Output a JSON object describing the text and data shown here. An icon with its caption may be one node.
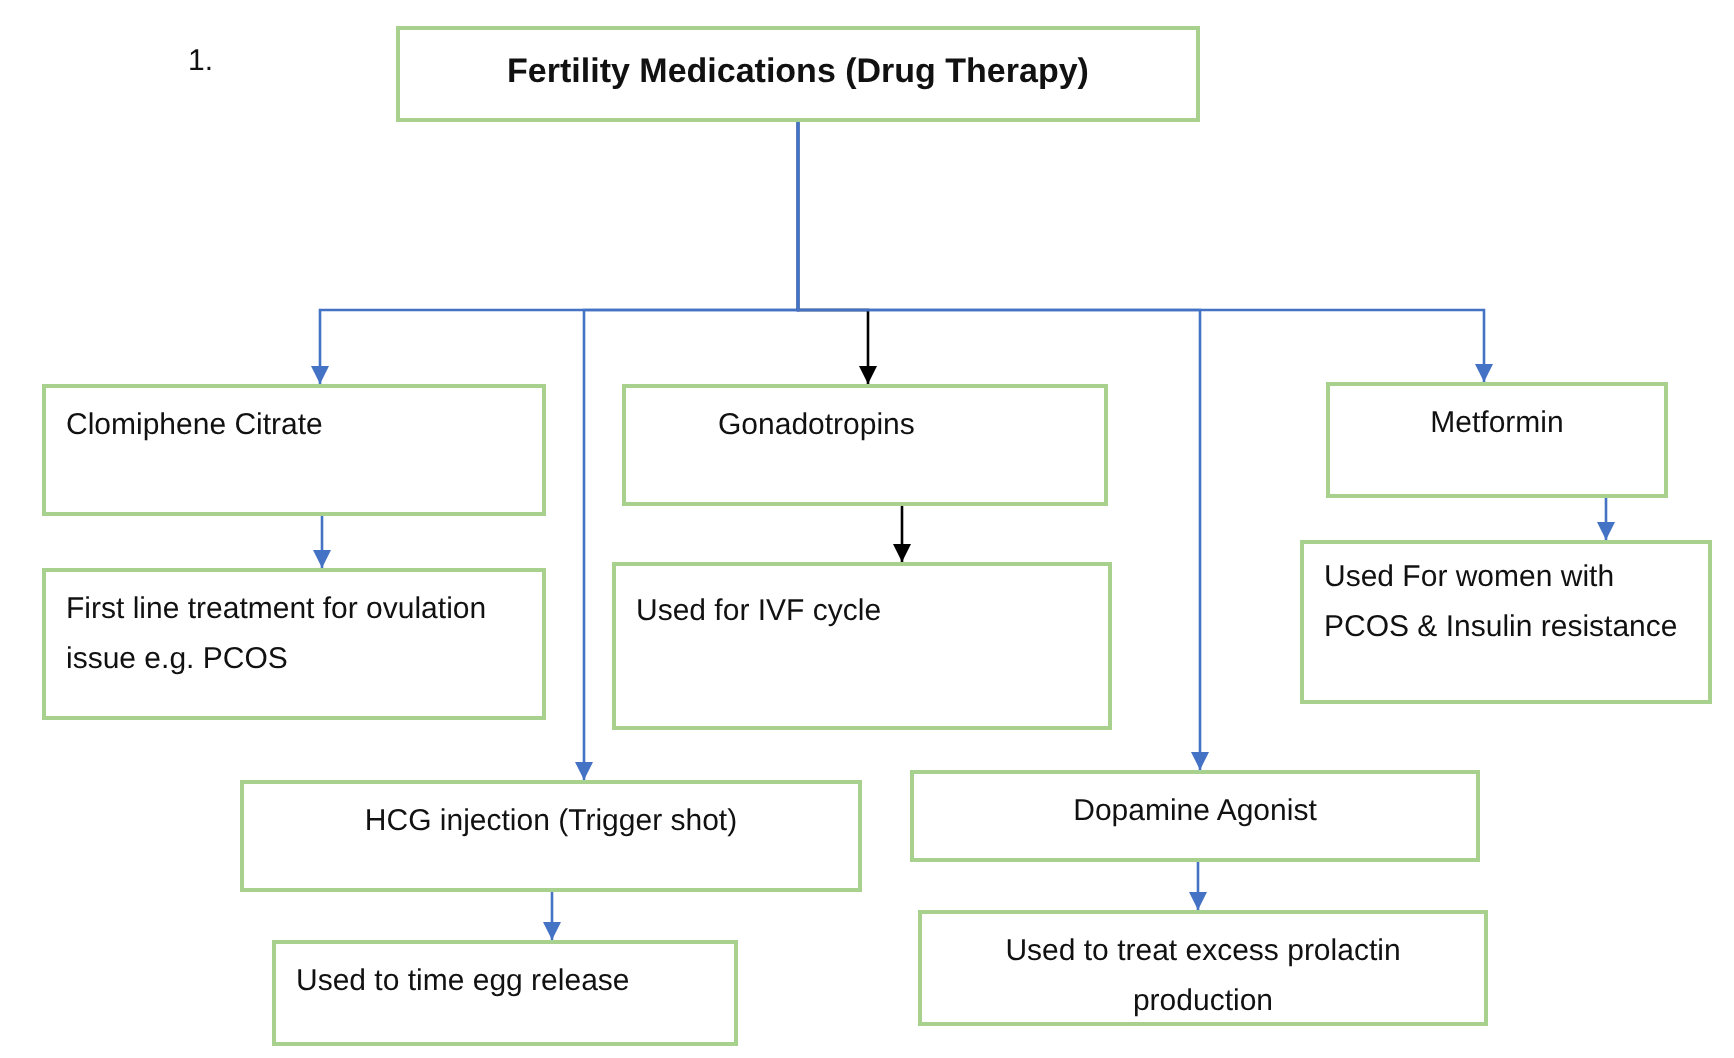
{
  "diagram": {
    "nodes": [
      {
        "text": [
          "Fertility Medications (Drug Therapy)"
        ]
      },
      {
        "text": [
          "Clomiphene Citrate"
        ]
      },
      {
        "text": [
          "First line treatment for ovulation issue e.g. PCOS"
        ]
      },
      {
        "text": [
          "Gonadotropins"
        ]
      },
      {
        "text": [
          "Used for IVF cycle"
        ]
      },
      {
        "text": [
          "Metformin"
        ]
      },
      {
        "text": [
          "Used For women with PCOS & Insulin resistance"
        ]
      },
      {
        "text": [
          "HCG injection (Trigger shot)"
        ]
      },
      {
        "text": [
          "Used to time egg release"
        ]
      },
      {
        "text": [
          "Dopamine Agonist"
        ]
      },
      {
        "text": [
          "Used to treat excess prolactin production"
        ]
      }
    ],
    "edges": [
      {
        "from": 0,
        "to": 1,
        "arrow": "to"
      },
      {
        "from": 0,
        "to": 3,
        "arrow": "to",
        "color": "#000000"
      },
      {
        "from": 0,
        "to": 5,
        "arrow": "to"
      },
      {
        "from": 0,
        "to": 7,
        "arrow": "to"
      },
      {
        "from": 0,
        "to": 9,
        "arrow": "to"
      },
      {
        "from": 1,
        "to": 2,
        "arrow": "to"
      },
      {
        "from": 3,
        "to": 4,
        "arrow": "to",
        "color": "#000000"
      },
      {
        "from": 5,
        "to": 6,
        "arrow": "to"
      },
      {
        "from": 7,
        "to": 8,
        "arrow": "to"
      },
      {
        "from": 9,
        "to": 10,
        "arrow": "to"
      }
    ],
    "labels": [
      "1."
    ]
  }
}
